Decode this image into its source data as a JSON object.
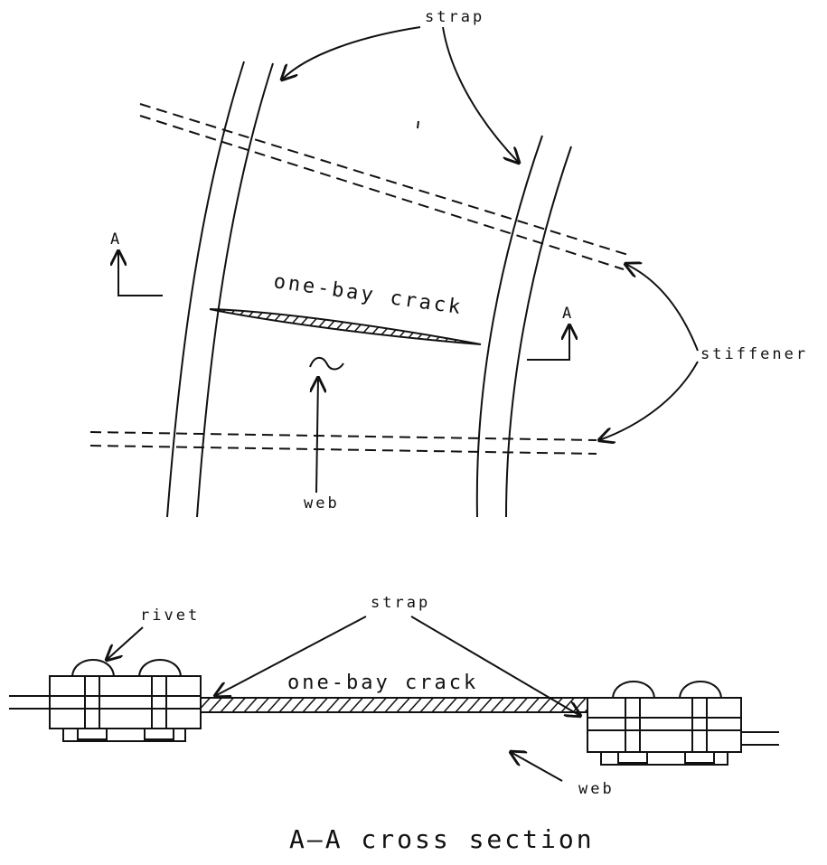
{
  "labels": {
    "strap_top": "strap",
    "one_bay_crack_top": "one-bay crack",
    "stiffener": "stiffener",
    "web_top": "web",
    "section_marker_left": "A",
    "section_marker_right": "A",
    "rivet": "rivet",
    "strap_bottom": "strap",
    "one_bay_crack_bottom": "one-bay crack",
    "web_bottom": "web",
    "caption": "A—A cross section"
  }
}
